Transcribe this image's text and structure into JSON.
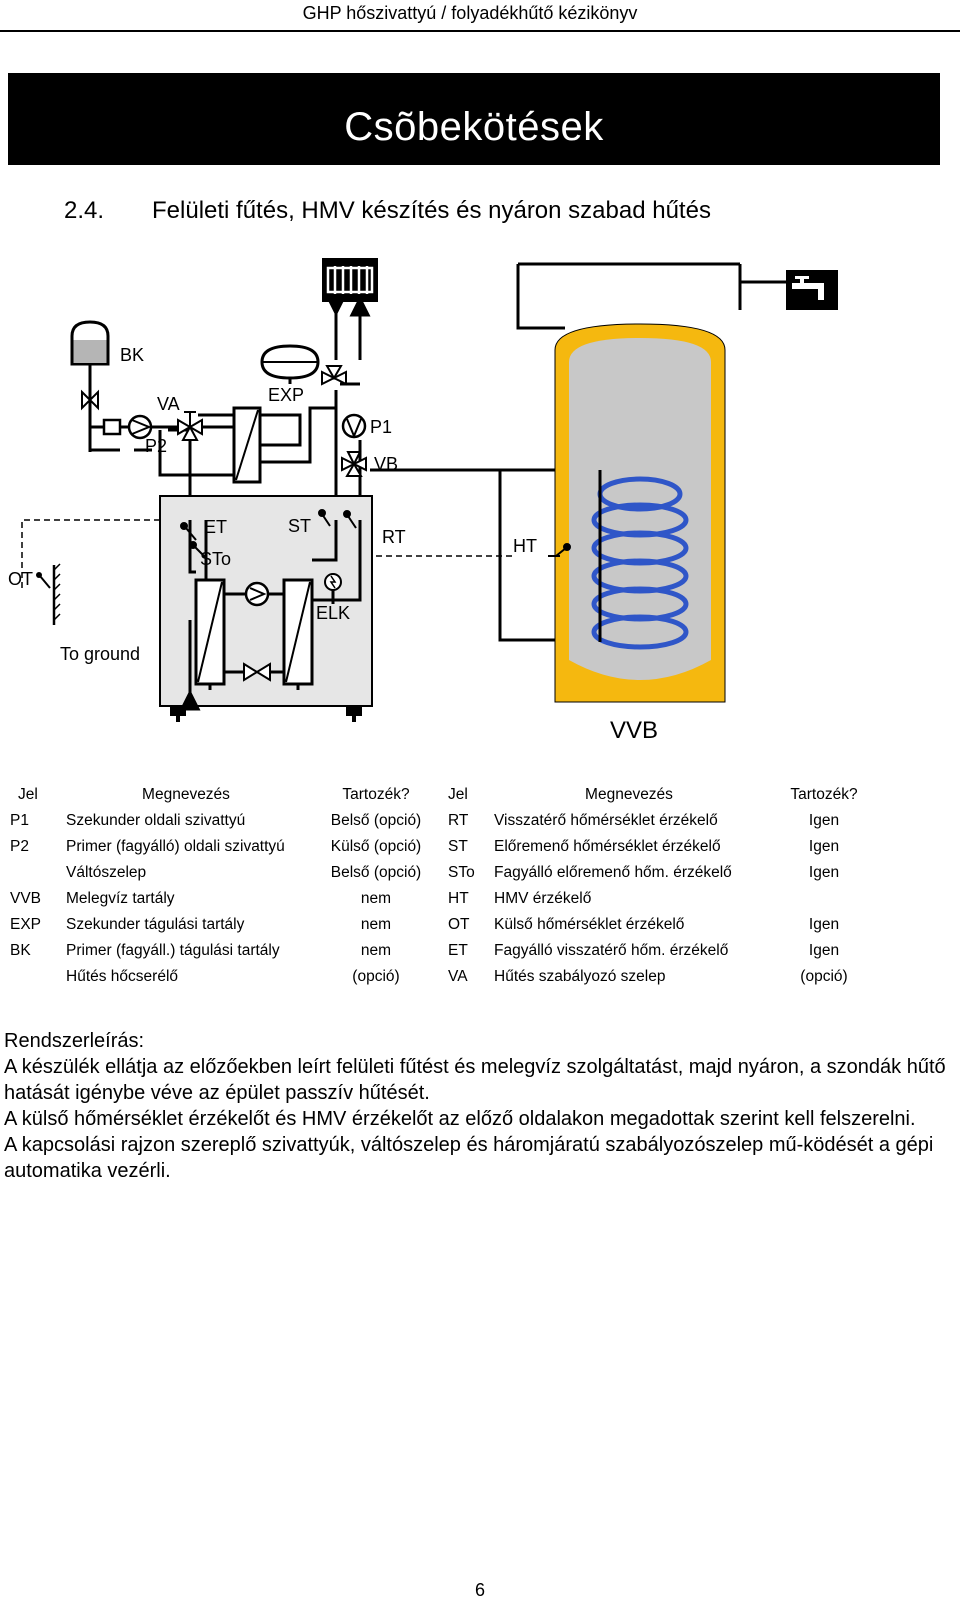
{
  "running_header": "GHP hőszivattyú / folyadékhűtő kézikönyv",
  "banner_title": "Csõbekötések",
  "section": {
    "number": "2.4.",
    "title": "Felületi fűtés, HMV készítés és nyáron szabad hűtés"
  },
  "diagram_labels": {
    "BK": "BK",
    "VA": "VA",
    "P2": "P2",
    "EXP": "EXP",
    "P1": "P1",
    "VB": "VB",
    "ET": "ET",
    "STo": "STo",
    "ST": "ST",
    "RT": "RT",
    "ELK": "ELK",
    "HT": "HT",
    "OT": "OT",
    "ground": "To ground",
    "VVB": "VVB"
  },
  "legend": {
    "headers": {
      "code": "Jel",
      "name": "Megnevezés",
      "accessory": "Tartozék?"
    },
    "rows": [
      {
        "l_code": "P1",
        "l_name": "Szekunder oldali szivattyú",
        "l_acc": "Belső (opció)",
        "r_code": "RT",
        "r_name": "Visszatérő hőmérséklet érzékelő",
        "r_acc": "Igen"
      },
      {
        "l_code": "P2",
        "l_name": "Primer (fagyálló) oldali szivattyú",
        "l_acc": "Külső (opció)",
        "r_code": "ST",
        "r_name": "Előremenő hőmérséklet érzékelő",
        "r_acc": "Igen"
      },
      {
        "l_code": "",
        "l_name": "Váltószelep",
        "l_acc": "Belső (opció)",
        "r_code": "STo",
        "r_name": "Fagyálló előremenő hőm. érzékelő",
        "r_acc": "Igen"
      },
      {
        "l_code": "VVB",
        "l_name": "Melegvíz tartály",
        "l_acc": "nem",
        "r_code": "HT",
        "r_name": "HMV érzékelő",
        "r_acc": ""
      },
      {
        "l_code": "EXP",
        "l_name": "Szekunder tágulási tartály",
        "l_acc": "nem",
        "r_code": "OT",
        "r_name": "Külső hőmérséklet érzékelő",
        "r_acc": "Igen"
      },
      {
        "l_code": "BK",
        "l_name": "Primer (fagyáll.) tágulási tartály",
        "l_acc": "nem",
        "r_code": "ET",
        "r_name": "Fagyálló visszatérő hőm. érzékelő",
        "r_acc": "Igen"
      },
      {
        "l_code": "",
        "l_name": "Hűtés hőcserélő",
        "l_acc": "(opció)",
        "r_code": "VA",
        "r_name": "Hűtés szabályozó szelep",
        "r_acc": "(opció)"
      }
    ]
  },
  "description": {
    "heading": "Rendszerleírás:",
    "paragraphs": [
      "A készülék ellátja az előzőekben leírt felületi fűtést és melegvíz szolgáltatást, majd nyáron, a szondák hűtő hatását igénybe véve az épület passzív hűtését.",
      "A külső hőmérséklet érzékelőt és HMV érzékelőt az előző oldalakon megadottak szerint kell felszerelni.",
      "A kapcsolási rajzon szereplő szivattyúk, váltószelep és háromjáratú szabályozószelep mű-ködését a gépi automatika vezérli."
    ]
  },
  "page_number": "6",
  "colors": {
    "tank_outer": "#f5b80f",
    "tank_inner": "#c8c8c8",
    "coil": "#2f56c8",
    "banner": "#000000"
  }
}
